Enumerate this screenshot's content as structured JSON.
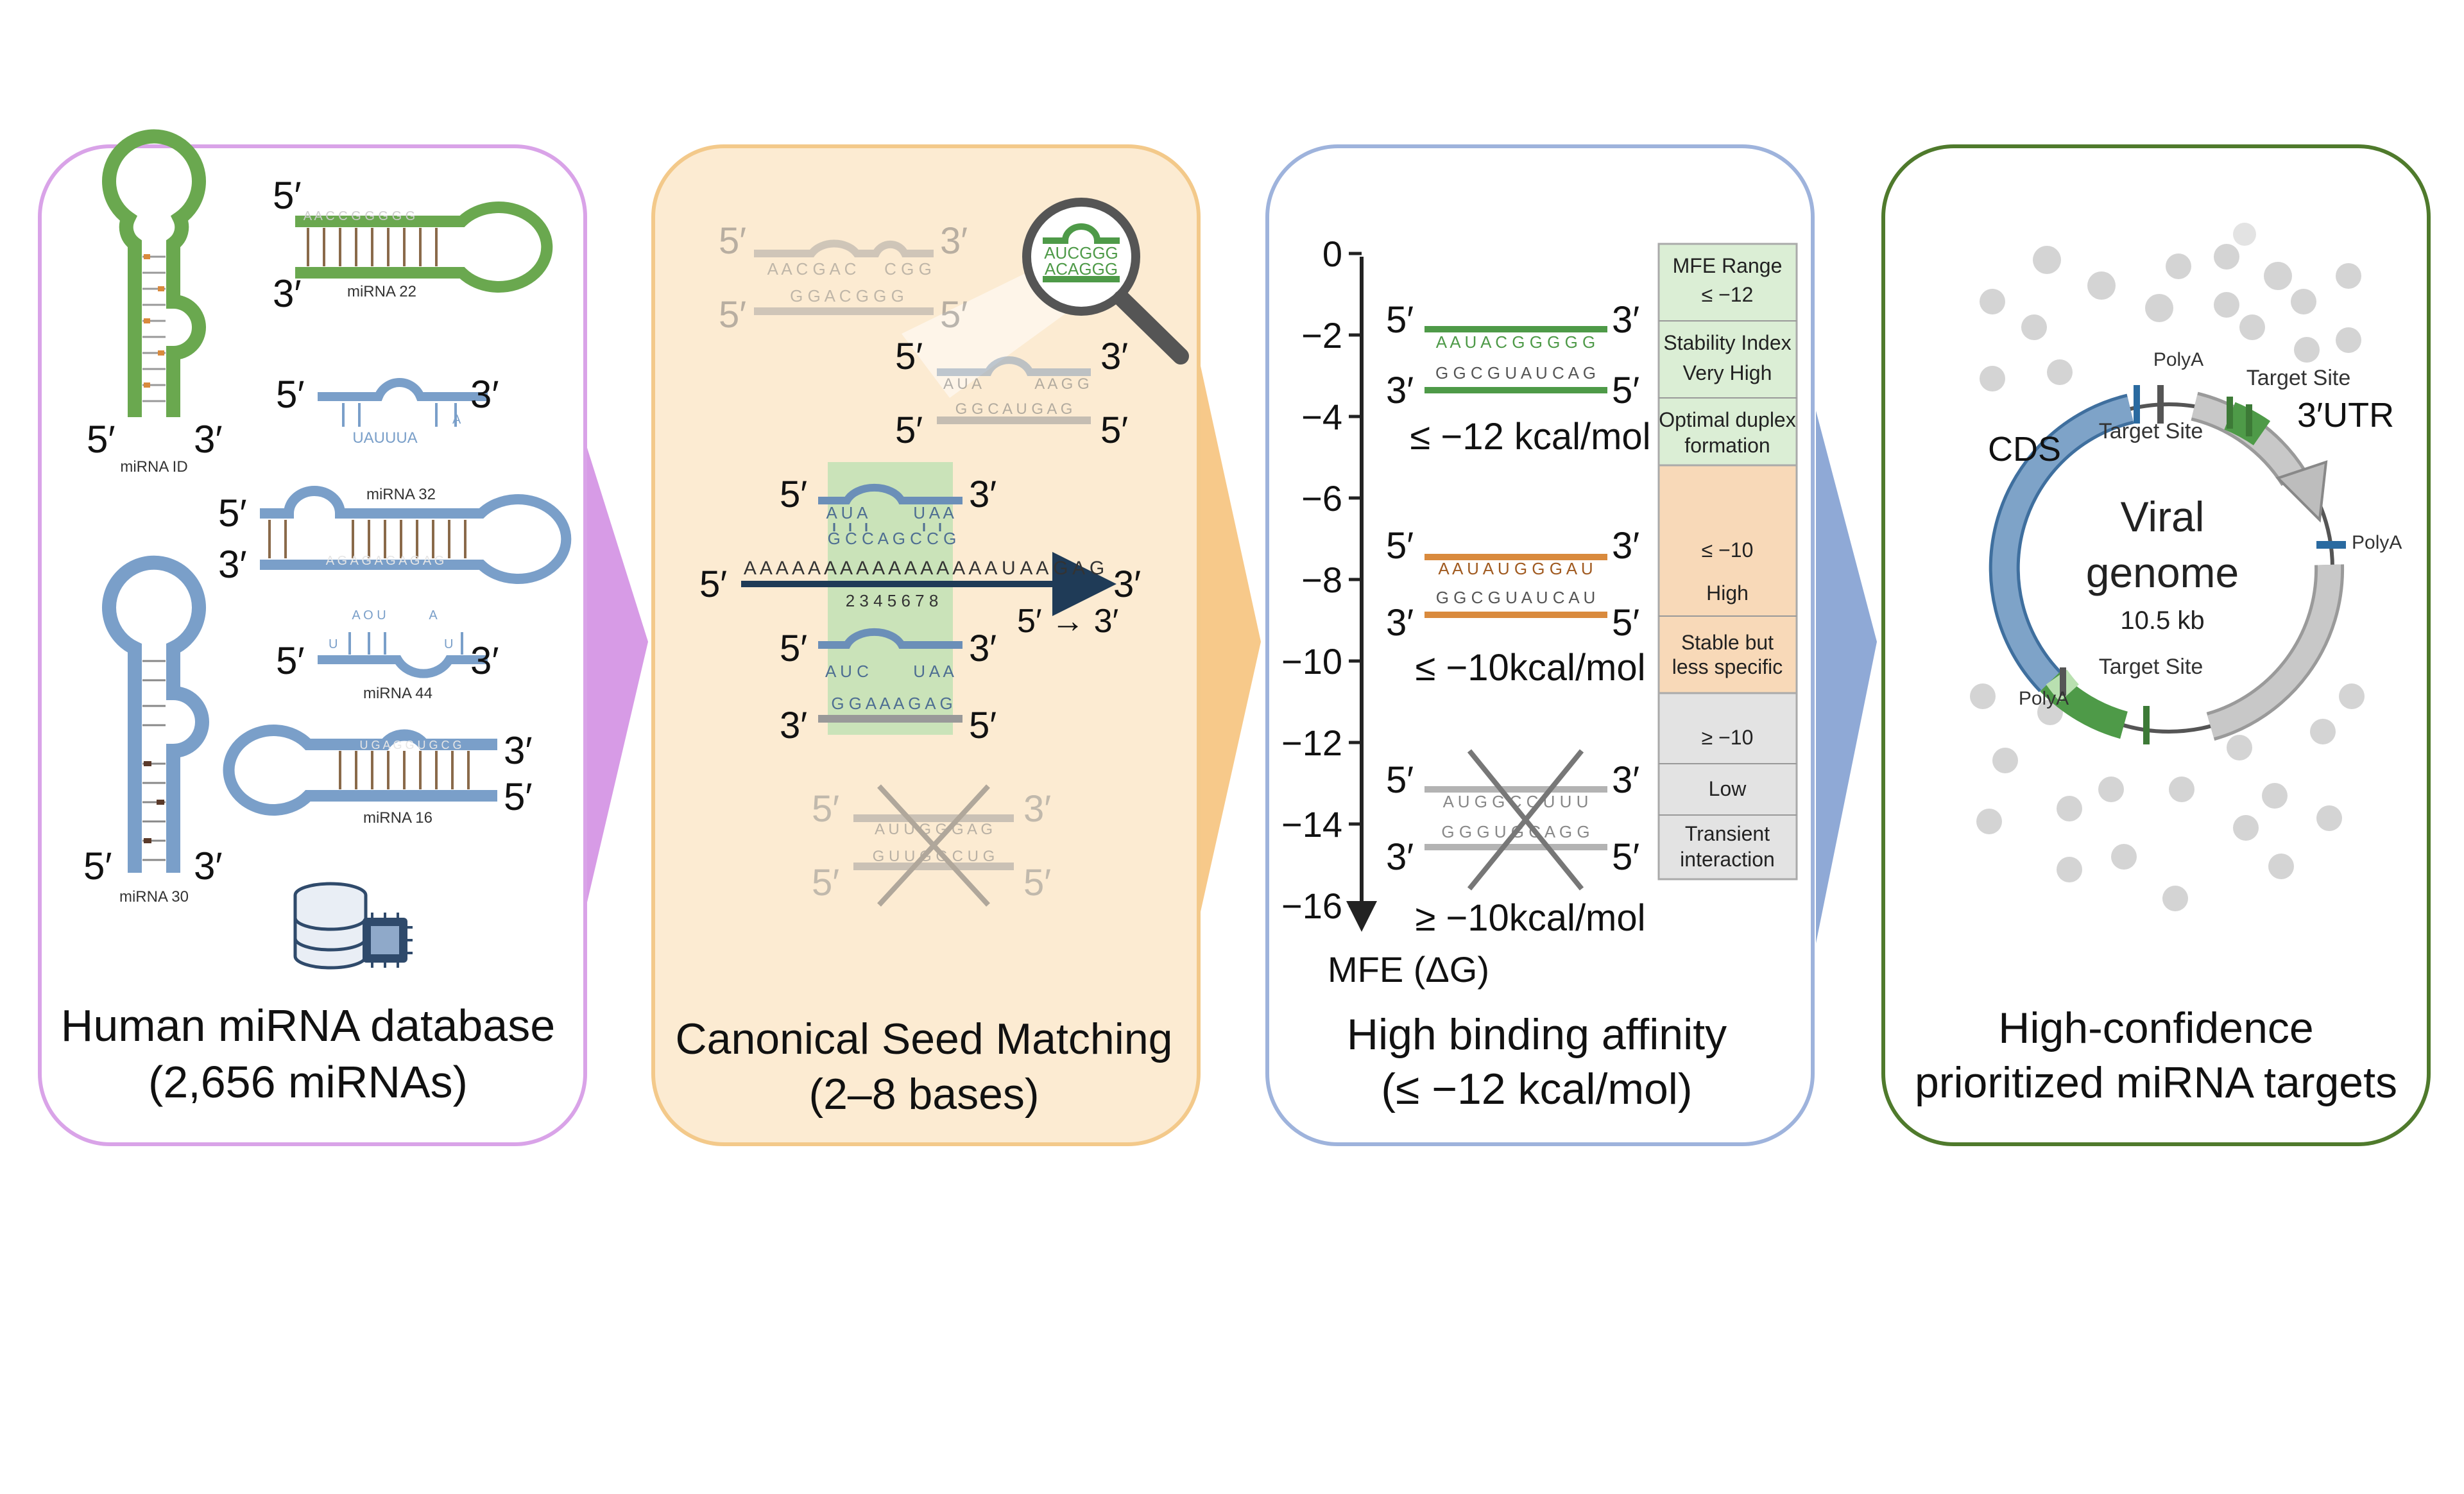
{
  "panel1": {
    "caption_line1": "Human miRNA database",
    "caption_line2": "(2,656 miRNAs)",
    "label_five": "5′",
    "label_three": "3′",
    "hairpin_id_label": "miRNA ID",
    "hairpin_30_label": "miRNA 30",
    "mirna22_label": "miRNA 22",
    "mirna32_label": "miRNA 32",
    "mirna44_label": "miRNA 44",
    "mirna16_label": "miRNA 16",
    "loop_bases": "UAUUUA",
    "loop_a": "A",
    "m44_top": "A O U",
    "m44_top2": "A",
    "m44_u": "U",
    "m44_u2": "U",
    "mirna22_seq": "A A C C G G G G G",
    "mirna32_seq": "A G A G A G A G A G",
    "mirna16_seq": "U G A G G U G C G",
    "database_icon": "database-chip-icon",
    "color_pink": "#d9a3e8",
    "color_green": "#6aa84f",
    "color_blue": "#7a9fc9"
  },
  "panel2": {
    "caption_line1": "Canonical Seed Matching",
    "caption_line2": "(2–8 bases)",
    "faded_top1": "A A C G A C",
    "faded_top2": "C G G",
    "faded_bot": "G G A C G G G",
    "mid_top": "A U A",
    "mid_top2": "A A G G",
    "mid_bot": "G G C A U G A G",
    "magnifier_top": "AUCGGG",
    "magnifier_bot": "ACAGGG",
    "seed_top": "A U A",
    "seed_top2": "U A A",
    "seed_mid": "G C C A G C C G",
    "mrna_seq": "A A A A A A A A A A A A A A A A U A A G A G",
    "seed_numbers": "2 3 4 5 6 7 8",
    "direction": "5′ → 3′",
    "lower_top": "A U C",
    "lower_top2": "U A A",
    "lower_bot": "G G A A A G A G",
    "crossed_top": "A U U G G G A G",
    "crossed_bot": "G U U G G C U G",
    "magnifier_icon": "magnifier-icon",
    "color_bg": "#fcebd2",
    "color_border": "#f3c98a"
  },
  "panel3": {
    "caption_line1": "High binding affinity",
    "caption_line2": "(≤ −12 kcal/mol)",
    "axis_label": "MFE (ΔG)",
    "ticks": [
      "0",
      "−2",
      "−4",
      "−6",
      "−8",
      "−10",
      "−12",
      "−14",
      "−16"
    ],
    "duplex1_top": "A A U A C G G G G G",
    "duplex1_bot": "G G C G U A U C A G",
    "duplex1_label": "≤ −12 kcal/mol",
    "duplex2_top": "A A U A U G G G A U",
    "duplex2_bot": "G G C G U A U C A U",
    "duplex2_label": "≤ −10kcal/mol",
    "duplex3_top": "A U G G C C U U U",
    "duplex3_bot": "G G G U G C A G G",
    "duplex3_label": "≥ −10kcal/mol",
    "table": {
      "green_row1a": "MFE Range",
      "green_row1b": "≤ −12",
      "green_row2a": "Stability Index",
      "green_row2b": "Very High",
      "green_row3a": "Optimal duplex",
      "green_row3b": "formation",
      "orange_row1": "≤ −10",
      "orange_row2": "High",
      "orange_row3a": "Stable but",
      "orange_row3b": "less specific",
      "gray_row1": "≥ −10",
      "gray_row2": "Low",
      "gray_row3a": "Transient",
      "gray_row3b": "interaction"
    },
    "color_green": "#4e9a48",
    "color_orange": "#d98a3d",
    "color_gray": "#b3b3b3"
  },
  "panel4": {
    "caption_line1": "High-confidence",
    "caption_line2": "prioritized miRNA targets",
    "genome_line1": "Viral",
    "genome_line2": "genome",
    "genome_size": "10.5 kb",
    "cds_label": "CDS",
    "utr_label": "3′UTR",
    "polya": "PolyA",
    "target_site": "Target Site",
    "color_border": "#4f7a2c"
  }
}
